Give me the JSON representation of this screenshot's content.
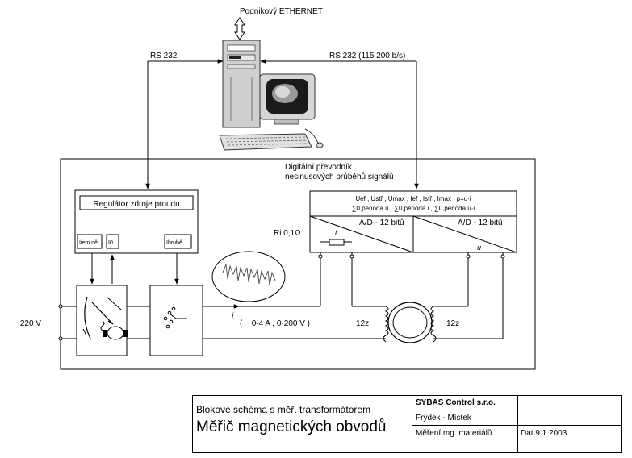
{
  "network": {
    "ethernet_label": "Podnikový ETHERNET",
    "rs232_left": "RS 232",
    "rs232_right": "RS 232 (115 200 b/s)"
  },
  "converter": {
    "title_line1": "Digitální převodník",
    "title_line2": "nesinusových průběhů signálů",
    "formula_line1": "Uef , Ustř , Umax , Ief , Istř , Imax , p=u·i",
    "formula_line2": "∑0,perioda u , ∑0,perioda i , ∑0,perioda u·i",
    "ad_left": "A/D - 12 bitů",
    "ad_right": "A/D - 12 bitů",
    "input_i": "i",
    "input_u": "u"
  },
  "regulator": {
    "title": "Regulátor zdroje proudu",
    "in_left": "Iiem ně",
    "in_mid": "I0",
    "in_right": "Ihrubě"
  },
  "circuit": {
    "shunt": "Ri 0,1Ω",
    "mains": "~220 V",
    "current_symbol": "i",
    "range": "( ~ 0-4 A , 0-200 V )",
    "winding_left": "12z",
    "winding_right": "12z"
  },
  "title_block": {
    "subtitle": "Blokové schéma s měř. transformátorem",
    "title": "Měřič magnetických obvodů",
    "company": "SYBAS Control s.r.o.",
    "city": "Frýdek - Místek",
    "project": "Měření mg. materiálů",
    "date": "Dat.9.1.2003"
  }
}
